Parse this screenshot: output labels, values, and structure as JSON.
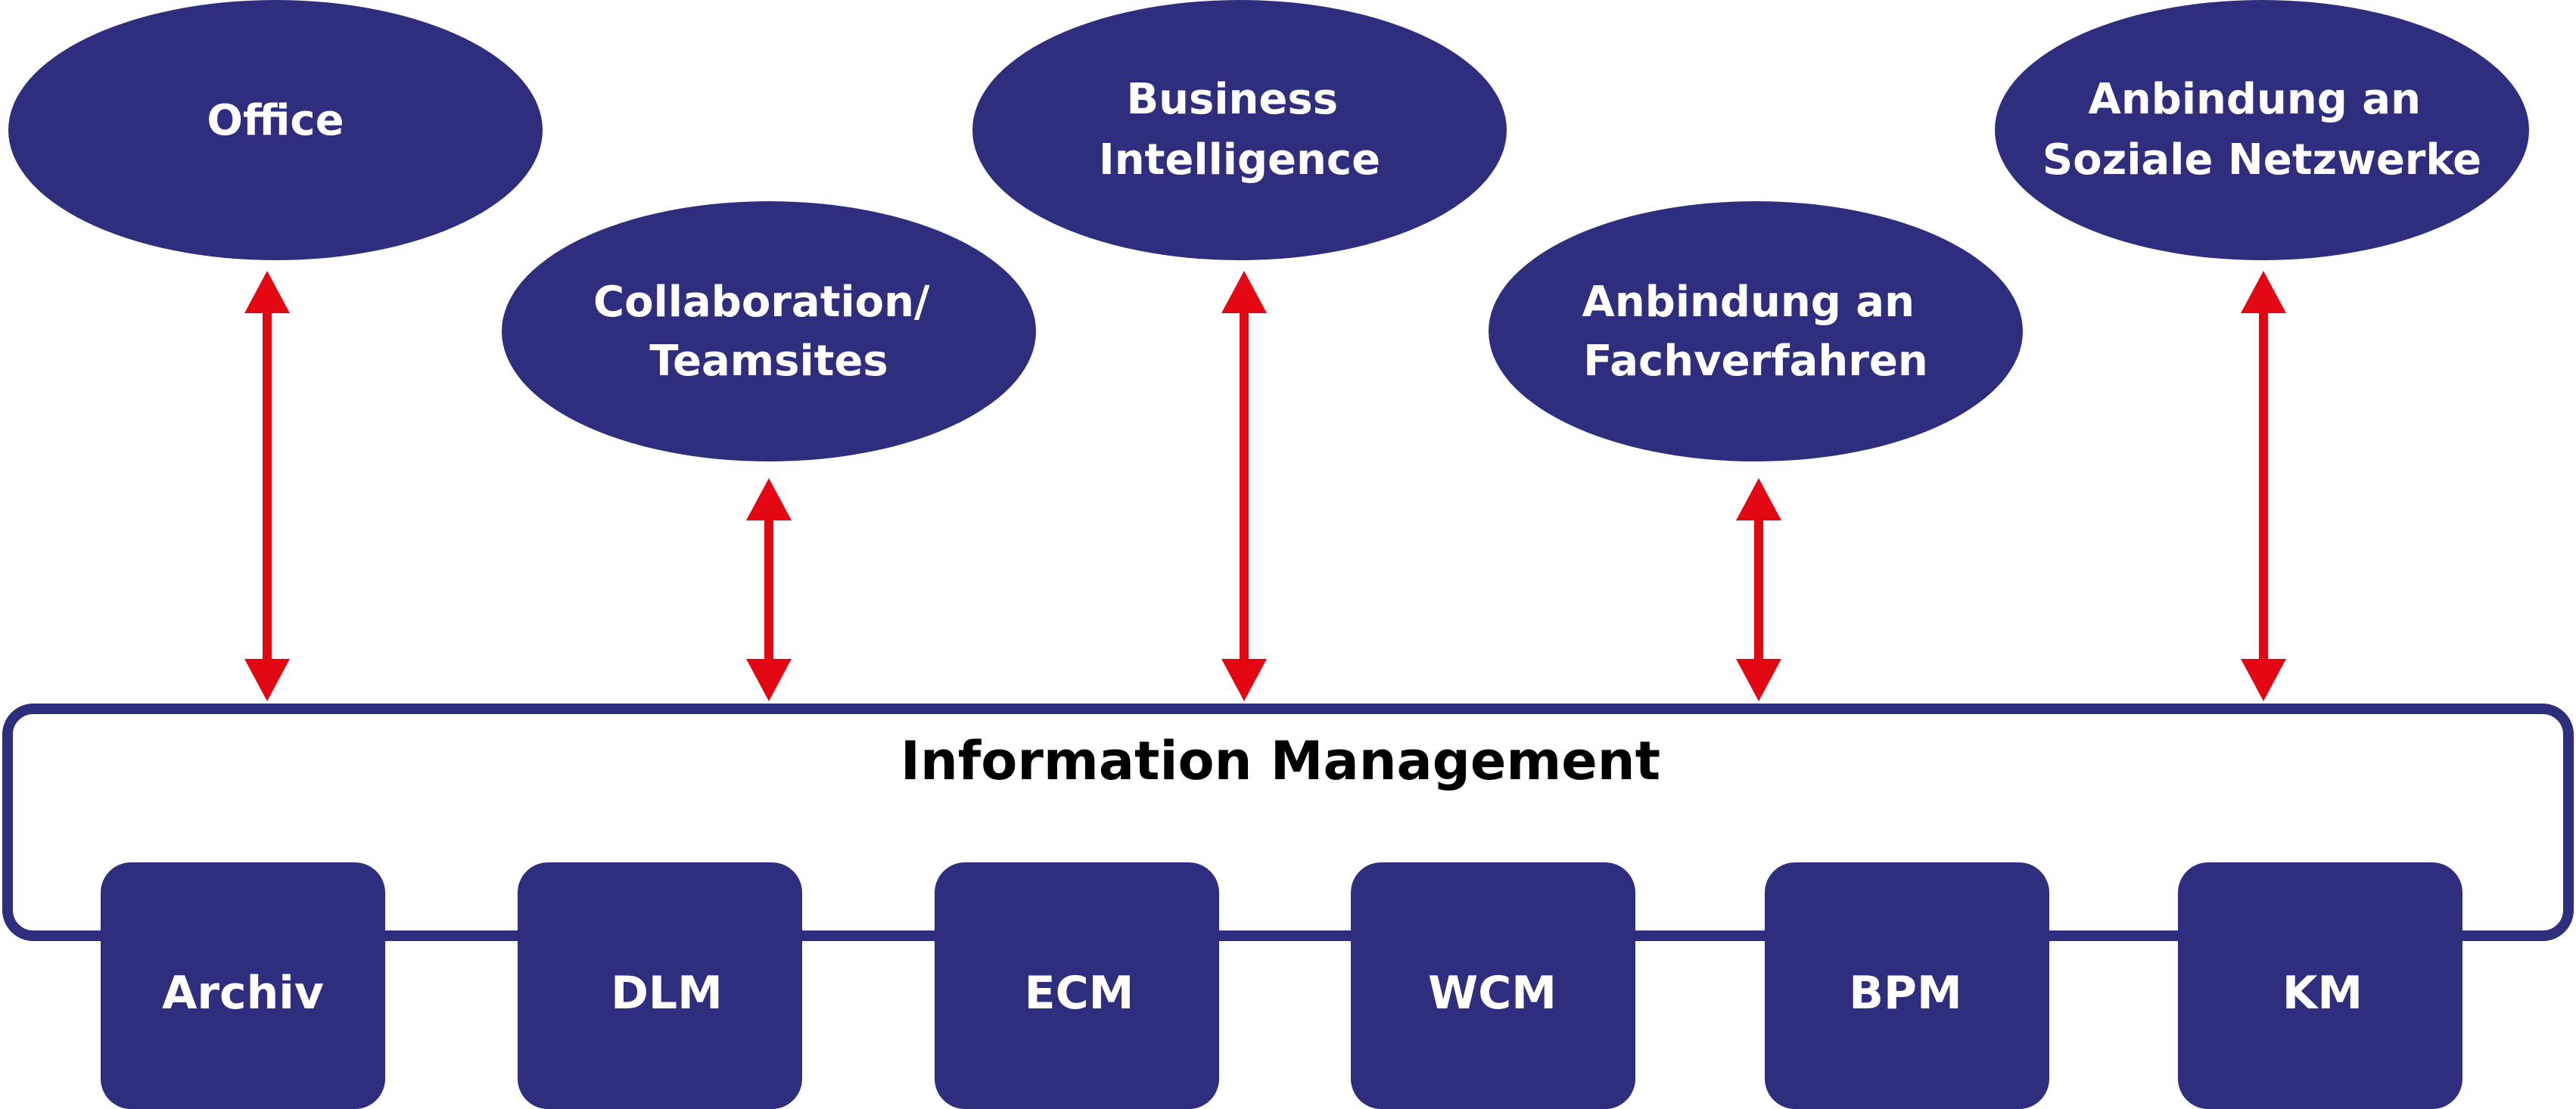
{
  "colors": {
    "navy": "#2f2d7e",
    "arrow_red": "#e30613",
    "title_text": "#000000",
    "label_text": "#ffffff",
    "background": "#ffffff"
  },
  "platform": {
    "title": "Information Management"
  },
  "ellipses": [
    {
      "id": "office",
      "lines": [
        "Office"
      ]
    },
    {
      "id": "collaboration",
      "lines": [
        "Collaboration/",
        "Teamsites"
      ]
    },
    {
      "id": "business-intelligence",
      "lines": [
        "Business",
        "Intelligence"
      ]
    },
    {
      "id": "fachverfahren",
      "lines": [
        "Anbindung an",
        "Fachverfahren"
      ]
    },
    {
      "id": "soziale-netzwerke",
      "lines": [
        "Anbindung an",
        "Soziale Netzwerke"
      ]
    }
  ],
  "modules": [
    {
      "id": "archiv",
      "label": "Archiv"
    },
    {
      "id": "dlm",
      "label": "DLM"
    },
    {
      "id": "ecm",
      "label": "ECM"
    },
    {
      "id": "wcm",
      "label": "WCM"
    },
    {
      "id": "bpm",
      "label": "BPM"
    },
    {
      "id": "km",
      "label": "KM"
    }
  ],
  "connections": [
    {
      "from": "office",
      "to": "platform",
      "direction": "bidirectional"
    },
    {
      "from": "collaboration",
      "to": "platform",
      "direction": "bidirectional"
    },
    {
      "from": "business-intelligence",
      "to": "platform",
      "direction": "bidirectional"
    },
    {
      "from": "fachverfahren",
      "to": "platform",
      "direction": "bidirectional"
    },
    {
      "from": "soziale-netzwerke",
      "to": "platform",
      "direction": "bidirectional"
    }
  ]
}
